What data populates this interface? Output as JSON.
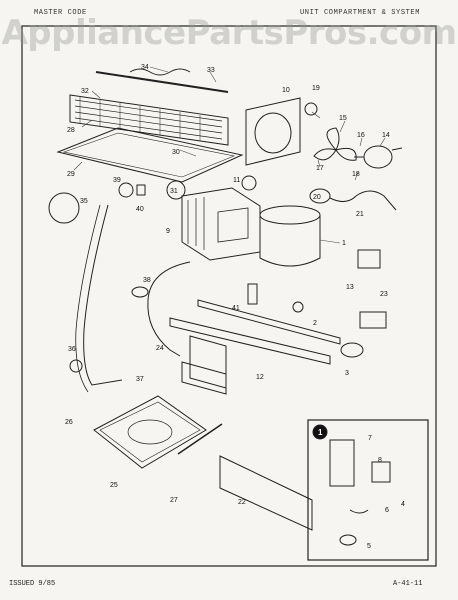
{
  "header": {
    "left_text": "MASTER CODE",
    "right_text": "UNIT COMPARTMENT & SYSTEM"
  },
  "watermark": {
    "text": "AppliancePartsPros.com"
  },
  "footer": {
    "issued": "ISSUED 9/85",
    "page_code": "A-41-11"
  },
  "inset": {
    "badge": "1"
  },
  "part_labels": [
    "1",
    "2",
    "3",
    "4",
    "5",
    "6",
    "7",
    "8",
    "9",
    "10",
    "11",
    "12",
    "13",
    "14",
    "15",
    "16",
    "17",
    "18",
    "19",
    "20",
    "21",
    "22",
    "23",
    "24",
    "25",
    "26",
    "27",
    "28",
    "29",
    "30",
    "31",
    "32",
    "33",
    "34",
    "35",
    "36",
    "37",
    "38",
    "39",
    "40",
    "41"
  ]
}
